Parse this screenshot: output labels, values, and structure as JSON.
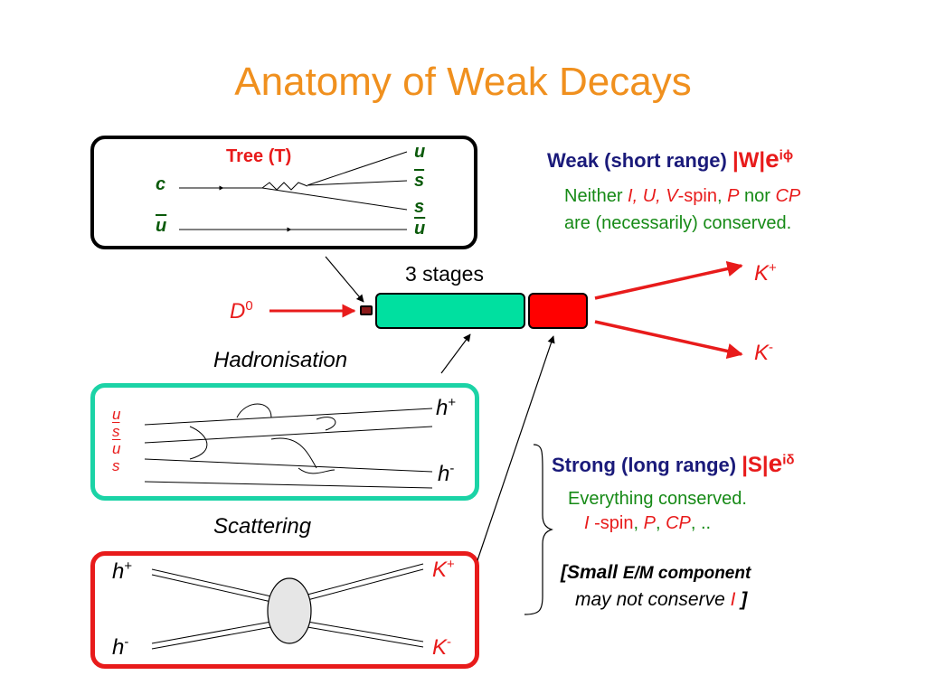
{
  "title": "Anatomy of Weak Decays",
  "tree": {
    "label": "Tree  (T)",
    "c": "c",
    "ubar": "u",
    "u": "u",
    "sbar": "s",
    "s": "s",
    "ubar2": "u"
  },
  "stages": "3 stages",
  "d0": {
    "d": "D",
    "sup": "0"
  },
  "kplus": {
    "k": "K",
    "sup": "+"
  },
  "kminus": {
    "k": "K",
    "sup": "-"
  },
  "hadronisation": "Hadronisation",
  "hadron_box": {
    "q1": "u",
    "q2": "s",
    "q3": "u",
    "q4": "s",
    "hplus": {
      "h": "h",
      "sup": "+"
    },
    "hminus": {
      "h": "h",
      "sup": "-"
    }
  },
  "scattering": "Scattering",
  "scatter_box": {
    "hplus": {
      "h": "h",
      "sup": "+"
    },
    "hminus": {
      "h": "h",
      "sup": "-"
    },
    "kplus": {
      "k": "K",
      "sup": "+"
    },
    "kminus": {
      "k": "K",
      "sup": "-"
    }
  },
  "weak": {
    "heading": "Weak (short range) ",
    "amp": "|W|",
    "e": "e",
    "sup": "iϕ",
    "line1_a": "Neither ",
    "line1_b": "I, U, V",
    "line1_c": "-spin",
    "line1_d": ", ",
    "line1_e": "P",
    "line1_f": "  nor ",
    "line1_g": "CP",
    "line2": "are (necessarily) conserved."
  },
  "strong": {
    "heading": "Strong (long range) ",
    "amp": "|S|",
    "e": "e",
    "sup": "iδ",
    "line1": "Everything conserved.",
    "line2_a": "I",
    "line2_b": " -spin",
    "line2_c": ", ",
    "line2_d": "P",
    "line2_e": ", ",
    "line2_f": "CP",
    "line2_g": ", ..",
    "note1_a": "[Small ",
    "note1_b": "E/M component",
    "note2_a": "may not conserve ",
    "note2_b": "I",
    "note2_c": " ]"
  },
  "colors": {
    "title": "#f0901e",
    "green_bar": "#00e0a0",
    "red_bar": "#ff0000",
    "accent_red": "#e81b1b",
    "teal": "#1bd3a6",
    "navy": "#1a1a7a",
    "green_text": "#168a16"
  }
}
